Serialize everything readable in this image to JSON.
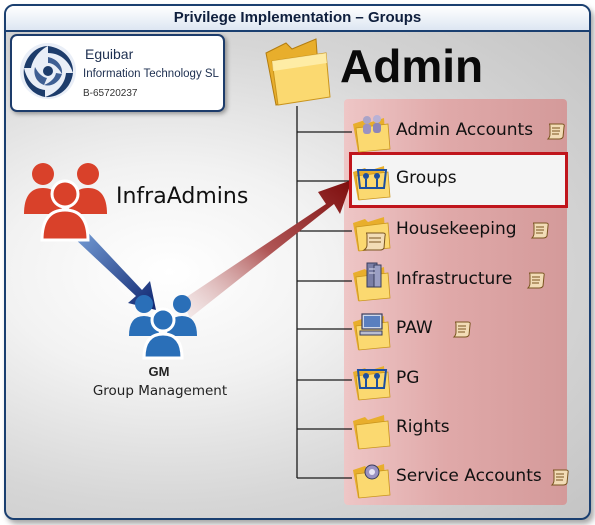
{
  "title": "Privilege Implementation – Groups",
  "logo": {
    "line1": "Eguibar",
    "line2": "Information Technology SL",
    "line3": "B-65720237"
  },
  "root_folder": "Admin",
  "source_group": "InfraAdmins",
  "target_group": {
    "name": "GM",
    "description": "Group Management"
  },
  "folders": [
    {
      "label": "Admin Accounts",
      "icon": "users-folder-icon",
      "has_script": true
    },
    {
      "label": "Groups",
      "icon": "group-folder-icon",
      "has_script": false,
      "highlighted": true
    },
    {
      "label": "Housekeeping",
      "icon": "script-folder-icon",
      "has_script": true
    },
    {
      "label": "Infrastructure",
      "icon": "server-folder-icon",
      "has_script": true
    },
    {
      "label": "PAW",
      "icon": "computer-folder-icon",
      "has_script": true
    },
    {
      "label": "PG",
      "icon": "group-folder-icon",
      "has_script": false
    },
    {
      "label": "Rights",
      "icon": "folder-icon",
      "has_script": false
    },
    {
      "label": "Service Accounts",
      "icon": "service-folder-icon",
      "has_script": true
    }
  ],
  "colors": {
    "title_border": "#1a3f70",
    "highlight": "#c0151c",
    "panel": "#e0a9a9",
    "users_red": "#d9412a",
    "users_blue": "#2a6fb8",
    "arrow_blue": "#1c3a8a",
    "arrow_red": "#8a1414"
  }
}
